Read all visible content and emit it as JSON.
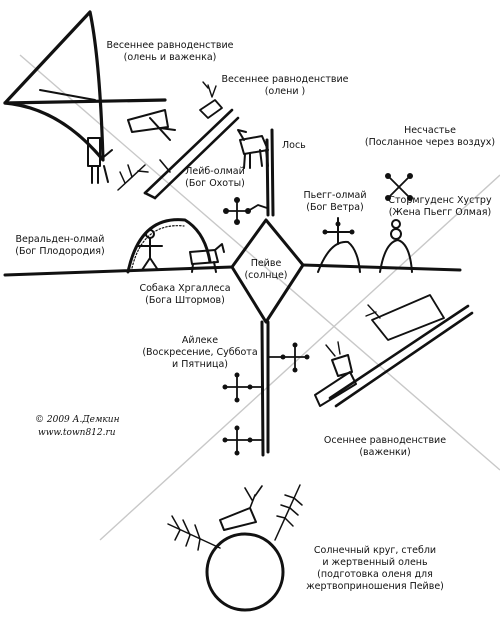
{
  "labels": {
    "vernal_a": [
      "Весеннее равноденствие",
      "(олень и важенка)"
    ],
    "vernal_b": [
      "Весеннее равноденствие",
      "(олени )"
    ],
    "los": "Лось",
    "neschaste": [
      "Несчастье",
      "(Посланное через воздух)"
    ],
    "leib": [
      "Лейб-олмай",
      "(Бог Охоты)"
    ],
    "pyegg": [
      "Пьегг-олмай",
      "(Бог Ветра)"
    ],
    "storm": [
      "Стормгуденс Хустру",
      "(Жена Пьегг Олмая)"
    ],
    "veralden": [
      "Веральден-олмай",
      "(Бог Плодородия)"
    ],
    "peive": [
      "Пейве",
      "(солнце)"
    ],
    "sobaka": [
      "Собака Хргаллеса",
      "(Бога Штормов)"
    ],
    "aileke": [
      "Айлеке",
      "(Воскресение, Суббота",
      "и Пятница)"
    ],
    "autumnal": [
      "Осеннее равноденствие",
      "(важенки)"
    ],
    "solar": [
      "Солнечный круг, стебли",
      "и жертвенный олень",
      "(подготовка оленя для",
      "жертвоприношения Пейве)"
    ]
  },
  "credit": {
    "line1": "© 2009 А.Демкин",
    "line2": "www.town812.ru"
  },
  "icons": [
    "reindeer-sledge-icon",
    "reindeer-icon",
    "moose-icon",
    "cross-figure-icon",
    "dome-figure-icon",
    "human-figure-icon",
    "sun-arc-icon",
    "dog-icon",
    "sun-circle-icon",
    "branch-icon",
    "tent-icon"
  ]
}
